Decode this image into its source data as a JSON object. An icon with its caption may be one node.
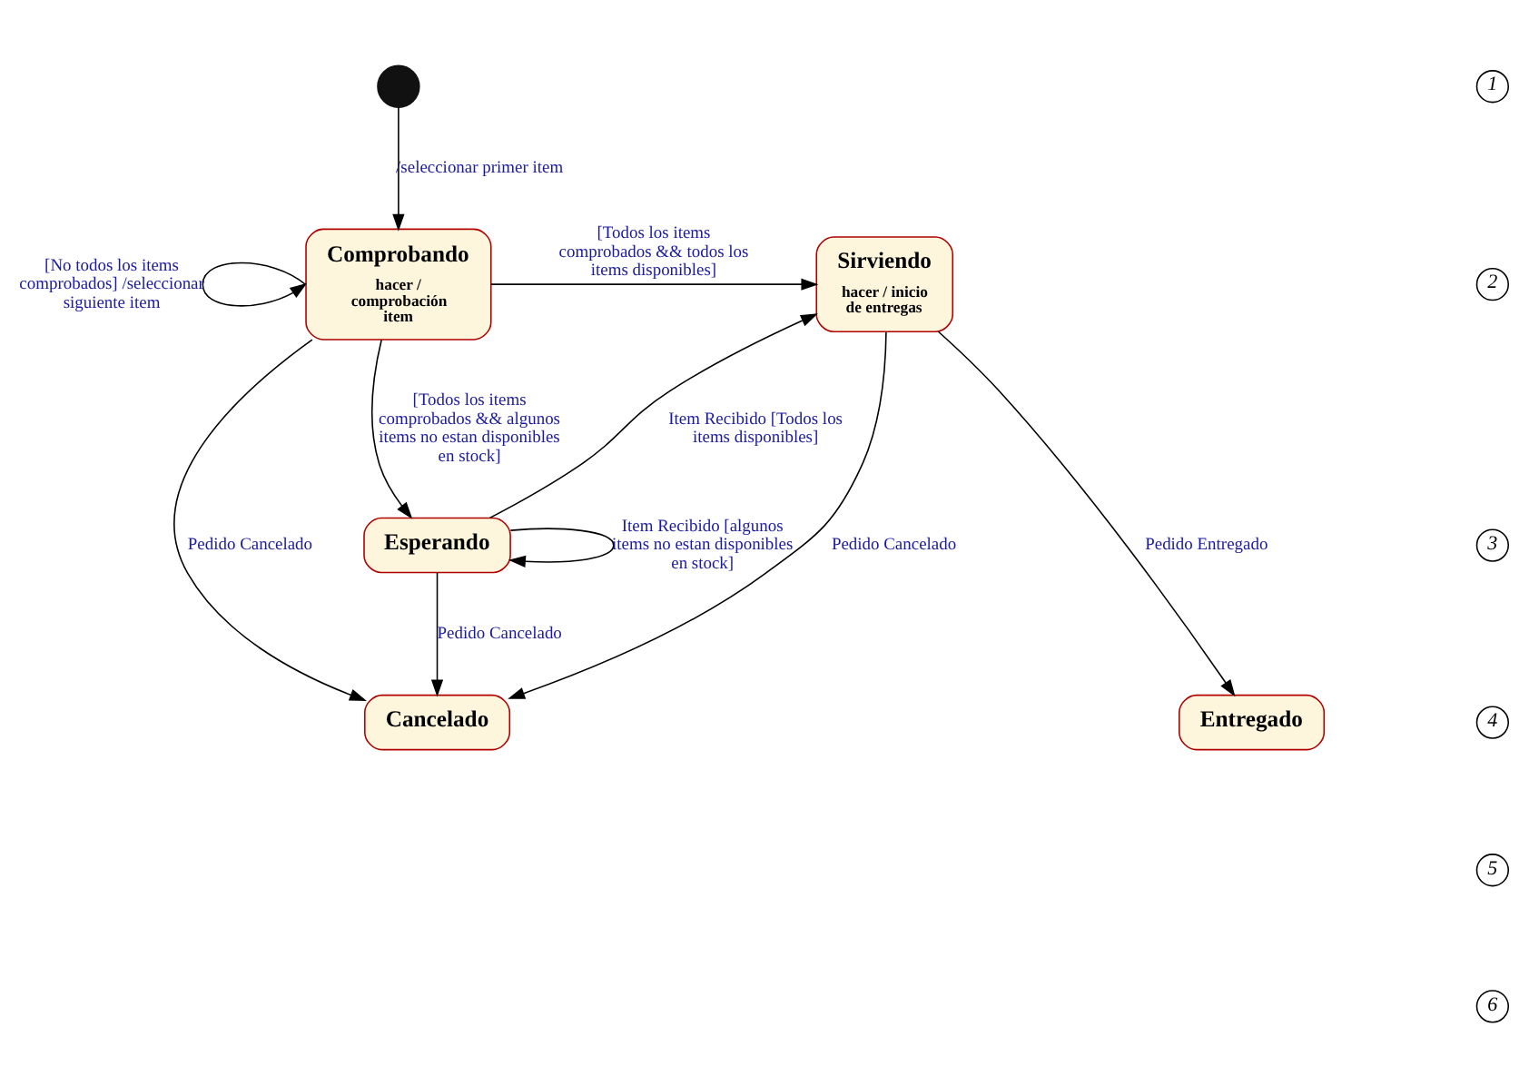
{
  "diagram": {
    "nodes": [
      {
        "text": [],
        "shape": "circle"
      },
      {
        "text": [
          "Comprobando",
          "hacer / comprobación item"
        ]
      },
      {
        "text": [
          "Sirviendo",
          "hacer / inicio de entregas"
        ]
      },
      {
        "text": [
          "Esperando"
        ]
      },
      {
        "text": [
          "Cancelado"
        ]
      },
      {
        "text": [
          "Entregado"
        ]
      }
    ],
    "edges": [
      {
        "from": 0,
        "to": 1,
        "arrow": "to",
        "label": "/seleccionar primer item"
      },
      {
        "from": 1,
        "to": 1,
        "arrow": "to",
        "label": "[No todos los items comprobados] /seleccionar siguiente item"
      },
      {
        "from": 1,
        "to": 2,
        "arrow": "to",
        "label": "[Todos los items comprobados && todos los items disponibles]"
      },
      {
        "from": 1,
        "to": 3,
        "arrow": "to",
        "label": "[Todos los items comprobados && algunos items no estan disponibles en stock]"
      },
      {
        "from": 1,
        "to": 4,
        "arrow": "to",
        "label": "Pedido Cancelado"
      },
      {
        "from": 3,
        "to": 3,
        "arrow": "to",
        "label": "Item Recibido [algunos items no estan disponibles en stock]"
      },
      {
        "from": 3,
        "to": 2,
        "arrow": "to",
        "label": "Item Recibido [Todos los items disponibles]"
      },
      {
        "from": 2,
        "to": 4,
        "arrow": "to",
        "label": "Pedido Cancelado"
      },
      {
        "from": 3,
        "to": 4,
        "arrow": "to",
        "label": "Pedido Cancelado"
      },
      {
        "from": 2,
        "to": 5,
        "arrow": "to",
        "label": "Pedido Entregado"
      }
    ],
    "labels": [
      "1",
      "2",
      "3",
      "4",
      "5",
      "6"
    ]
  }
}
